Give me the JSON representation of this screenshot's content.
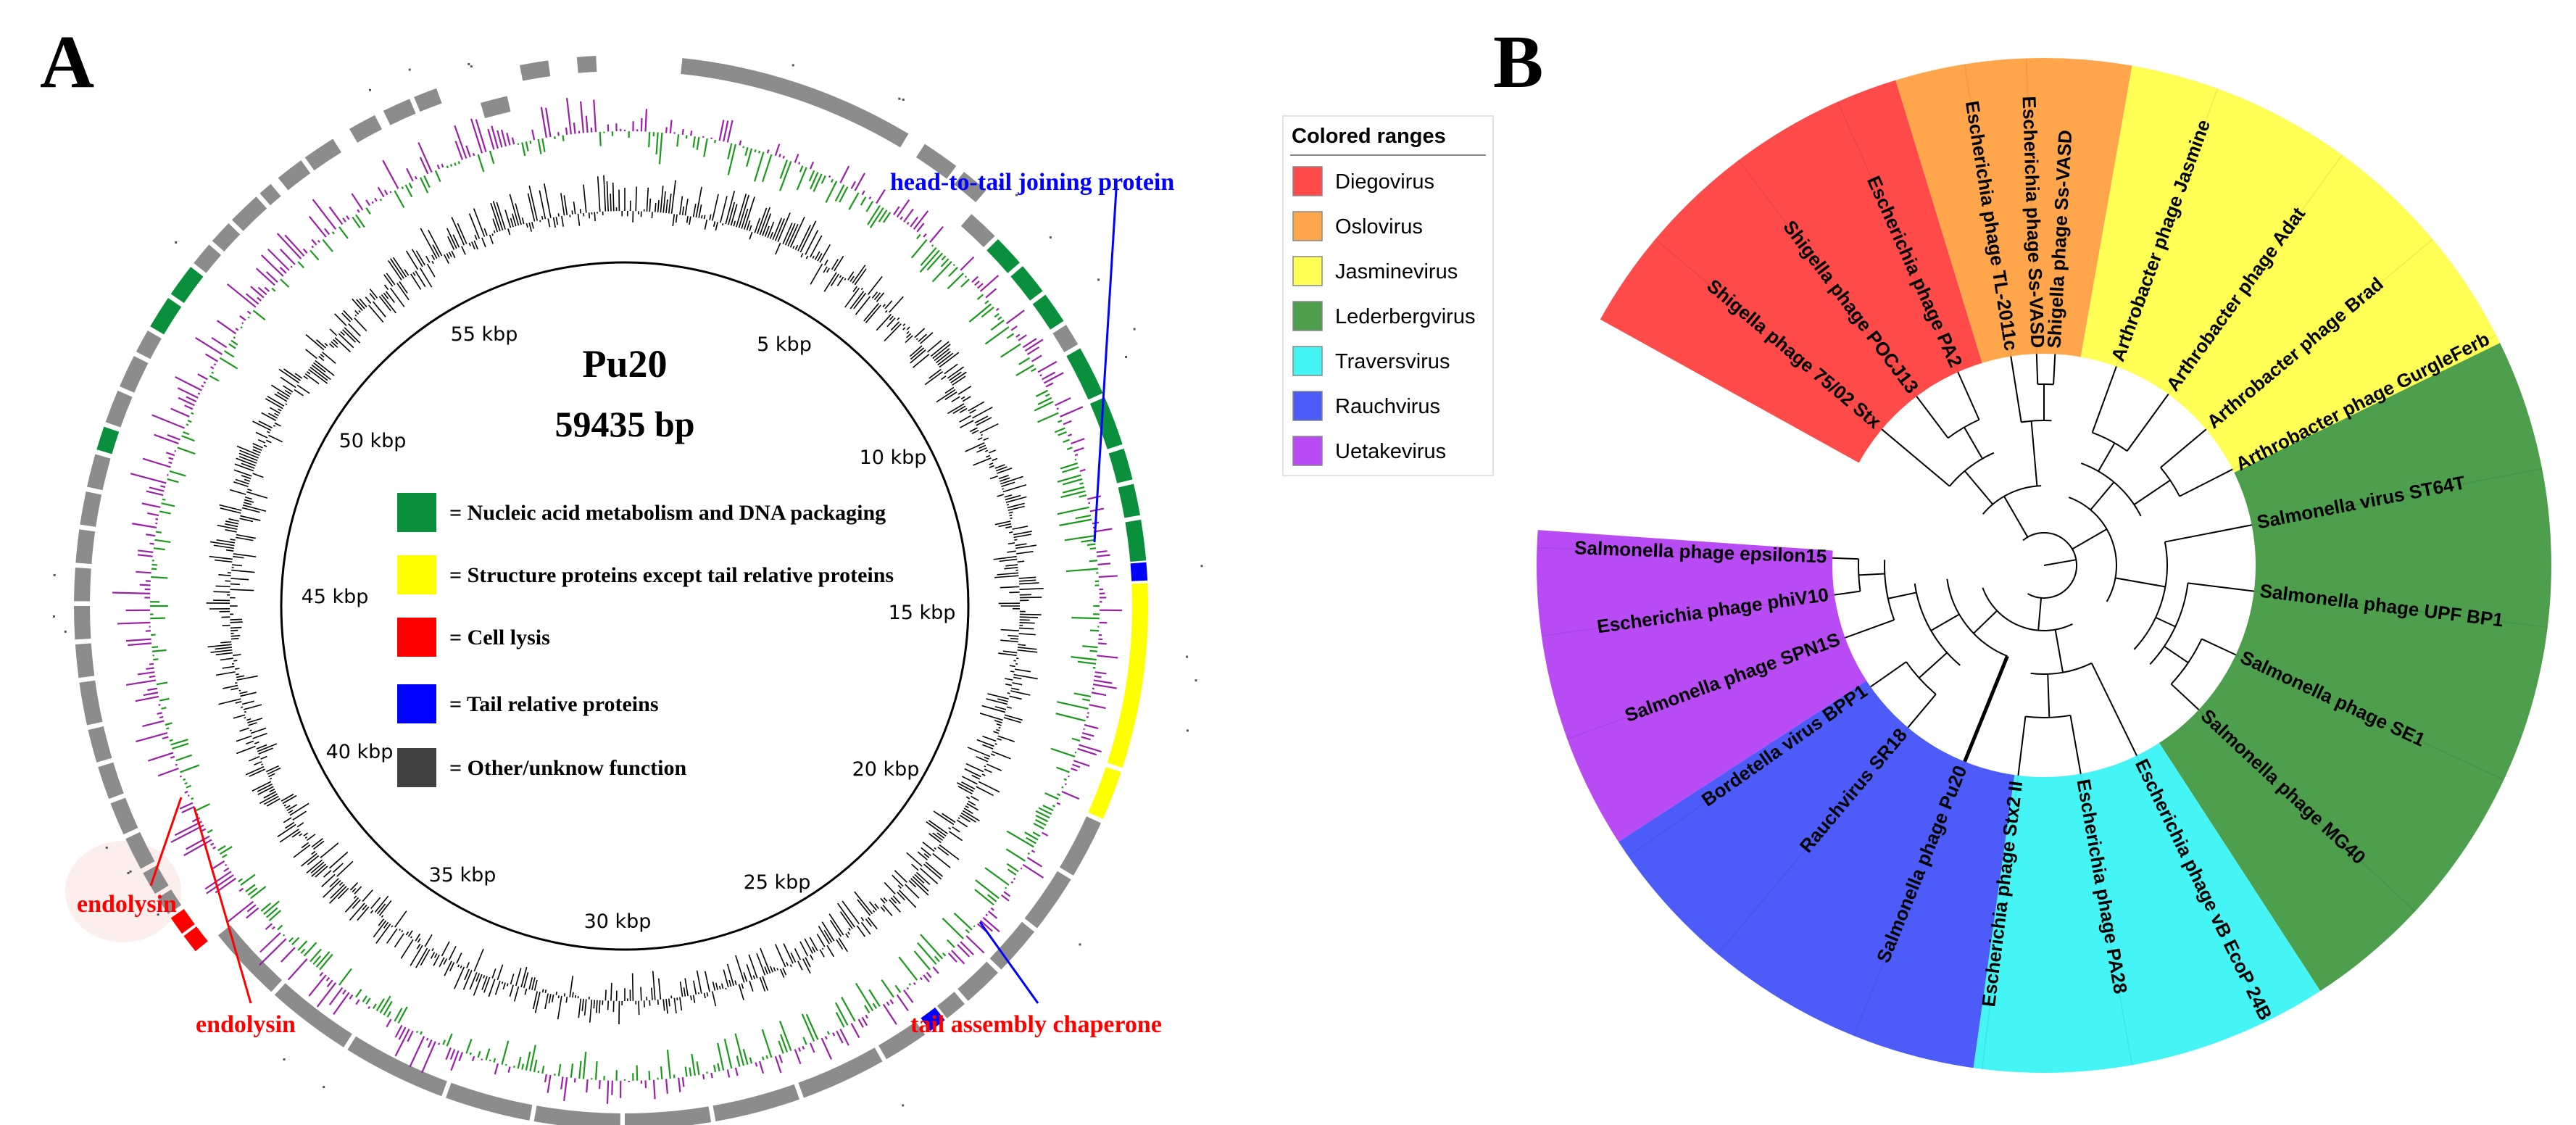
{
  "panel_a": {
    "label": "A",
    "genome_name": "Pu20",
    "genome_length": "59435 bp",
    "ticks": [
      "5 kbp",
      "10 kbp",
      "15 kbp",
      "20 kbp",
      "25 kbp",
      "30 kbp",
      "35 kbp",
      "40 kbp",
      "45 kbp",
      "50 kbp",
      "55 kbp"
    ],
    "legend": [
      {
        "label": "= Nucleic acid metabolism and DNA packaging",
        "color": "#0a8f3c"
      },
      {
        "label": "= Structure proteins except tail relative proteins",
        "color": "#ffff00"
      },
      {
        "label": "= Cell lysis",
        "color": "#ff0000"
      },
      {
        "label": "= Tail relative proteins",
        "color": "#0000ff"
      },
      {
        "label": "= Other/unknow function",
        "color": "#404040"
      }
    ],
    "annotations": {
      "head_tail": {
        "label": "head-to-tail joining protein",
        "color": "#0000ff"
      },
      "tail_chaperone": {
        "label": "tail assembly chaperone",
        "color": "#ff0000"
      },
      "endolysin_1": {
        "label": "endolysin",
        "color": "#ff0000"
      },
      "endolysin_2": {
        "label": "endolysin",
        "color": "#ff0000"
      }
    },
    "colors": {
      "gene_other": "#8c8c8c",
      "gc_positive": "#1a9a1a",
      "gc_negative": "#9b1fa8",
      "gc_content": "#000000"
    }
  },
  "panel_b": {
    "label": "B",
    "legend_title": "Colored ranges",
    "ranges": [
      {
        "name": "Diegovirus",
        "color": "#ff4a4a"
      },
      {
        "name": "Oslovirus",
        "color": "#ffa64d"
      },
      {
        "name": "Jasminevirus",
        "color": "#ffff55"
      },
      {
        "name": "Lederbergvirus",
        "color": "#4d9e4d"
      },
      {
        "name": "Traversvirus",
        "color": "#45f5f5"
      },
      {
        "name": "Rauchvirus",
        "color": "#4d5cf8"
      },
      {
        "name": "Uetakevirus",
        "color": "#b94bf5"
      }
    ],
    "leaves": [
      "Escherichia phage Ss-VASD",
      "Arthrobacter phage Jasmine",
      "Arthrobacter phage Adat",
      "Arthrobacter phage Brad",
      "Arthrobacter phage GurgleFerb",
      "Salmonella virus ST64T",
      "Salmonella phage UPF BP1",
      "Salmonella phage SE1",
      "Salmonella phage MG40",
      "Escherichia phage vB EcoP 24B",
      "Escherichia phage PA28",
      "Escherichia phage Stx2 II",
      "Salmonella phage Pu20",
      "Rauchvirus SR18",
      "Bordetella virus BPP1",
      "Salmonella phage SPN1S",
      "Escherichia phage phiV10",
      "Salmonella phage epsilon15",
      "Shigella phage 75/02 Stx",
      "Shigella phage POCJ13",
      "Escherichia phage PA2",
      "Escherichia phage TL-2011c",
      "Shigella phage Ss-VASD"
    ]
  }
}
